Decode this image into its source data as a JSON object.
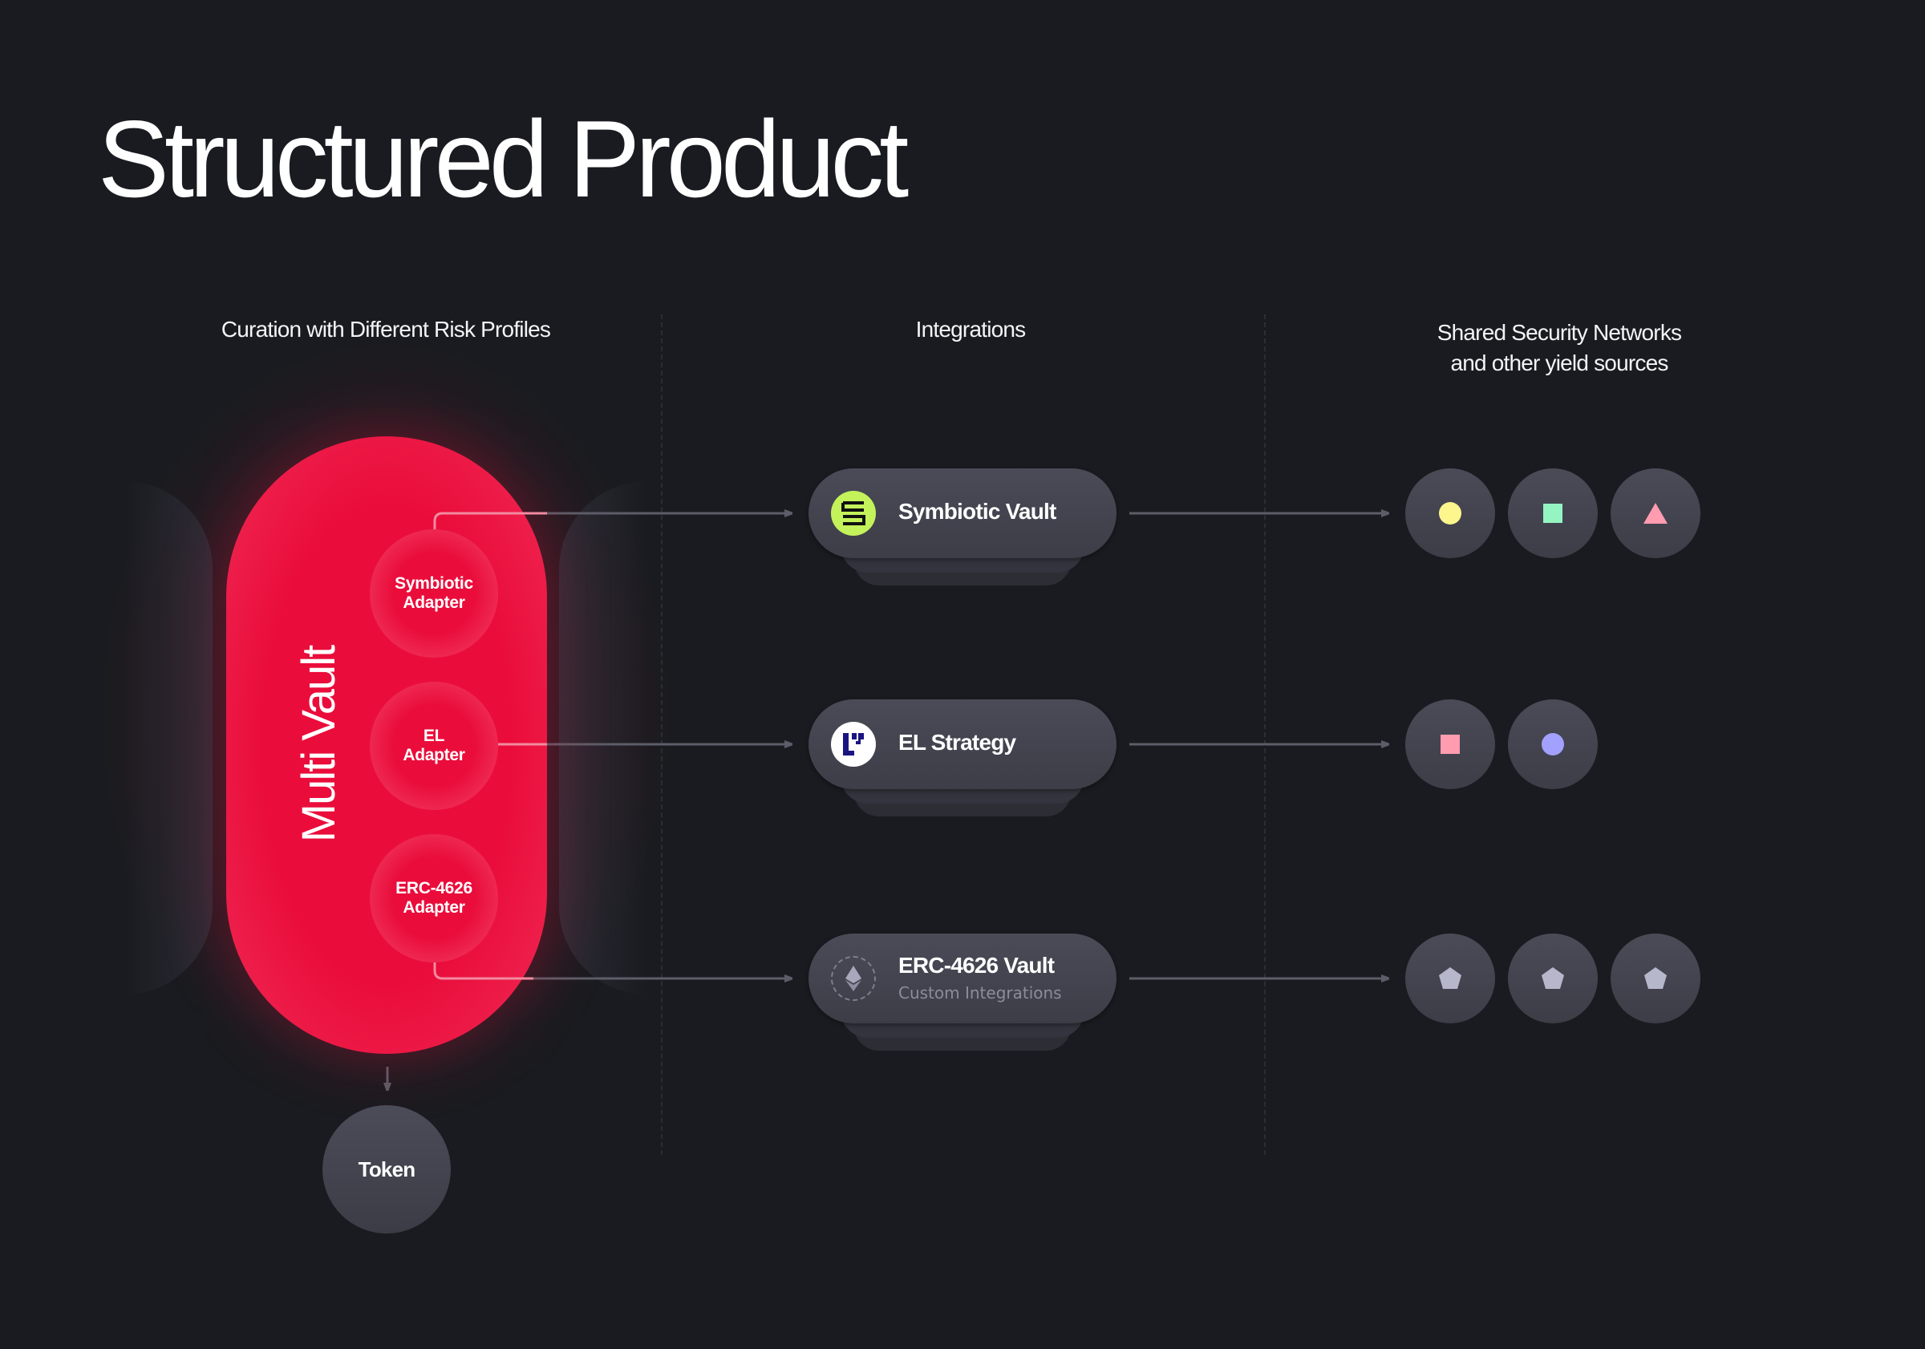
{
  "title": "Structured Product",
  "columns": {
    "curation": "Curation with Different Risk Profiles",
    "integrations": "Integrations",
    "networks_line1": "Shared Security Networks",
    "networks_line2": "and other yield sources"
  },
  "vault": {
    "label": "Multi Vault",
    "color": "#ea0d3b",
    "adapters": [
      {
        "line1": "Symbiotic",
        "line2": "Adapter"
      },
      {
        "line1": "EL",
        "line2": "Adapter"
      },
      {
        "line1": "ERC-4626",
        "line2": "Adapter"
      }
    ]
  },
  "token": {
    "label": "Token"
  },
  "integrations": [
    {
      "title": "Symbiotic Vault",
      "icon": "symbiotic-logo-icon",
      "icon_bg": "#c4f25a"
    },
    {
      "title": "EL Strategy",
      "icon": "eigenlayer-logo-icon",
      "icon_bg": "#ffffff"
    },
    {
      "title": "ERC-4626 Vault",
      "subtitle": "Custom Integrations",
      "icon": "ethereum-icon"
    }
  ],
  "networks": [
    [
      {
        "shape": "circle",
        "color": "#fdf68c"
      },
      {
        "shape": "square",
        "color": "#95f5c2"
      },
      {
        "shape": "triangle",
        "color": "#ff9cb0"
      }
    ],
    [
      {
        "shape": "square",
        "color": "#ff9cb0"
      },
      {
        "shape": "circle",
        "color": "#a3a1ff"
      }
    ],
    [
      {
        "shape": "pentagon",
        "color": "#b6b7cb"
      },
      {
        "shape": "pentagon",
        "color": "#b6b7cb"
      },
      {
        "shape": "pentagon",
        "color": "#b6b7cb"
      }
    ]
  ]
}
